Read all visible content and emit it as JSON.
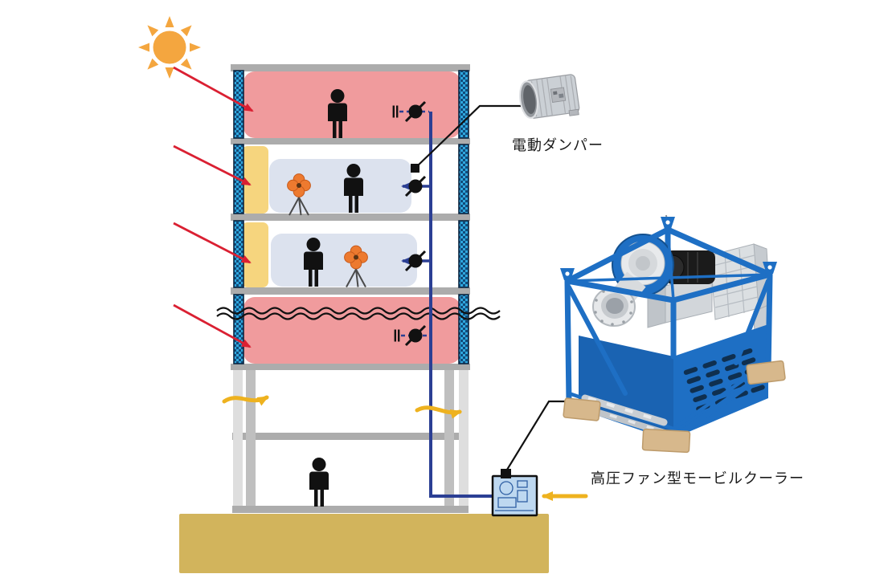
{
  "labels": {
    "electric_damper": "電動ダンパー",
    "mobile_cooler": "高圧ファン型モービルクーラー"
  },
  "colors": {
    "sun": "#F4A63F",
    "red_arrow": "#DA2032",
    "hot_zone": "#F09B9D",
    "cool_zone": "#DCE2EE",
    "sunlit_zone": "#F6D57E",
    "wall_blue": "#2FA7DE",
    "wall_dot": "#0D3B69",
    "slab": "#ACACAC",
    "column": "#BFBFBF",
    "column_light": "#DEDEDE",
    "pipe": "#2B3F94",
    "yellow_arrow": "#EEB21F",
    "ground": "#D2B45C",
    "machine_blue": "#1E6FC4",
    "machine_blue_dark": "#17579B",
    "silver": "#CBD0D5",
    "silver_dark": "#A6ACB3",
    "wood": "#D7B88C",
    "control_box_fill": "#BED8F0",
    "ink": "#111111"
  },
  "icons": {
    "sun-icon": "orange disc with 8 triangular rays",
    "person-icon": "black standing human silhouette",
    "fan-icon": "orange 4-blade fan on tripod",
    "damper-valve-icon": "black circle with diagonal blade line",
    "duct-end-icon": "double bar",
    "connector-square-icon": "small black square"
  }
}
